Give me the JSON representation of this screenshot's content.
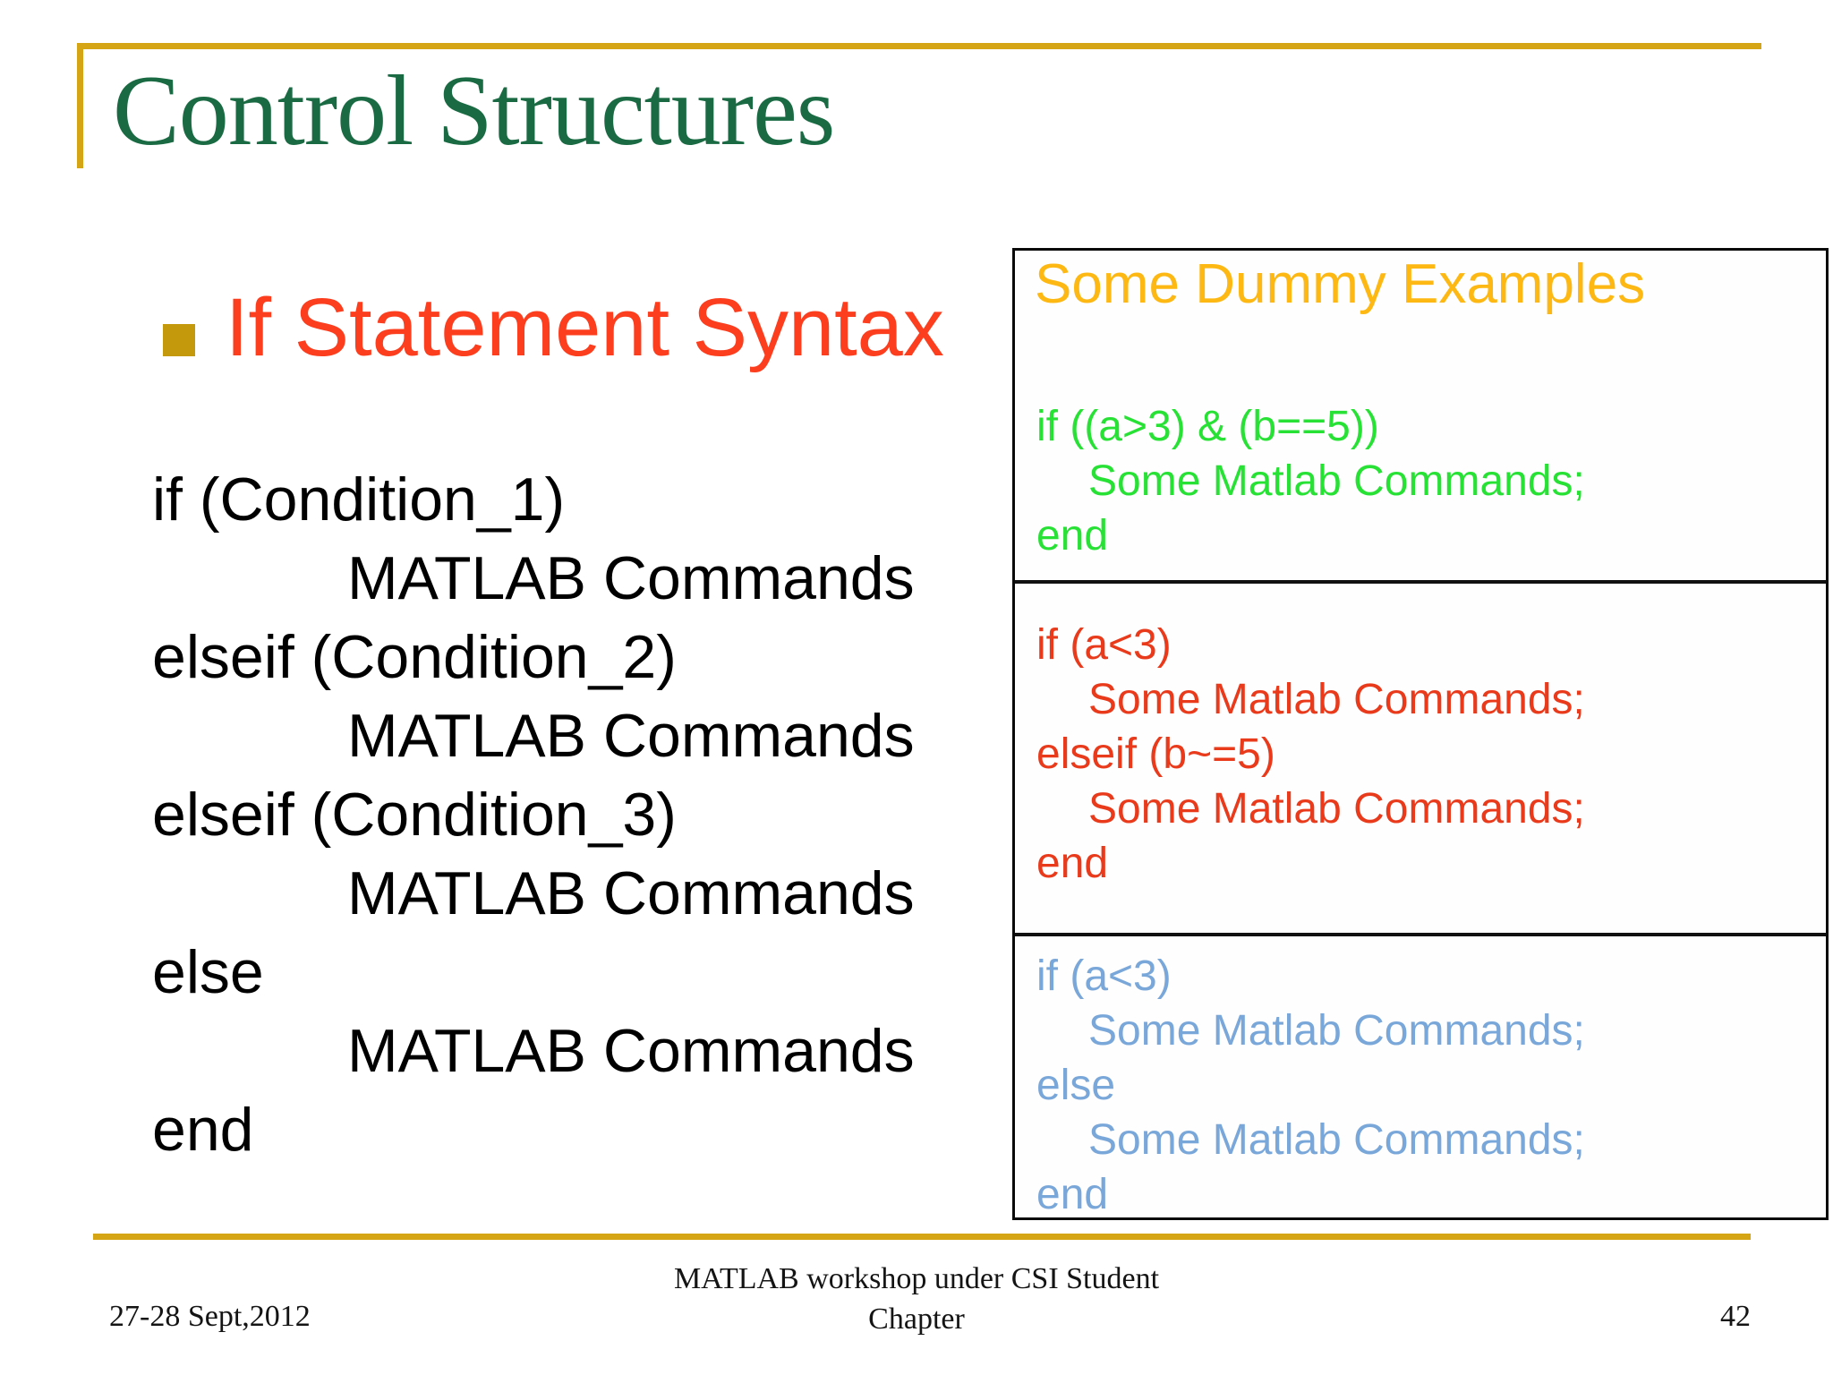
{
  "slide": {
    "title": "Control Structures",
    "heading": "If Statement Syntax",
    "syntax_lines": [
      "if (Condition_1)",
      "MATLAB Commands",
      "elseif (Condition_2)",
      "MATLAB Commands",
      "elseif (Condition_3)",
      "MATLAB Commands",
      "else",
      "MATLAB Commands",
      "end"
    ],
    "examples": {
      "title": "Some Dummy Examples",
      "section1": {
        "lines": [
          "if ((a>3) & (b==5))",
          "Some Matlab Commands;",
          "end"
        ]
      },
      "section2": {
        "lines": [
          "if (a<3)",
          "Some Matlab Commands;",
          "elseif (b~=5)",
          "Some Matlab Commands;",
          "end"
        ]
      },
      "section3": {
        "lines": [
          "if (a<3)",
          "Some Matlab Commands;",
          "else",
          "Some Matlab Commands;",
          "end"
        ]
      }
    },
    "footer": {
      "date": "27-28 Sept,2012",
      "center_line1": "MATLAB workshop under CSI Student",
      "center_line2": "Chapter",
      "page_number": "42"
    }
  },
  "colors": {
    "title_green": "#1A6B43",
    "heading_red": "#FC3D1E",
    "gold_line": "#D6A515",
    "bullet_gold": "#C49A0C",
    "examples_title_gold": "#FDB813",
    "example_green": "#27E135",
    "example_red": "#E93A1B",
    "example_blue": "#7AA7D9",
    "code_black": "#000000"
  }
}
